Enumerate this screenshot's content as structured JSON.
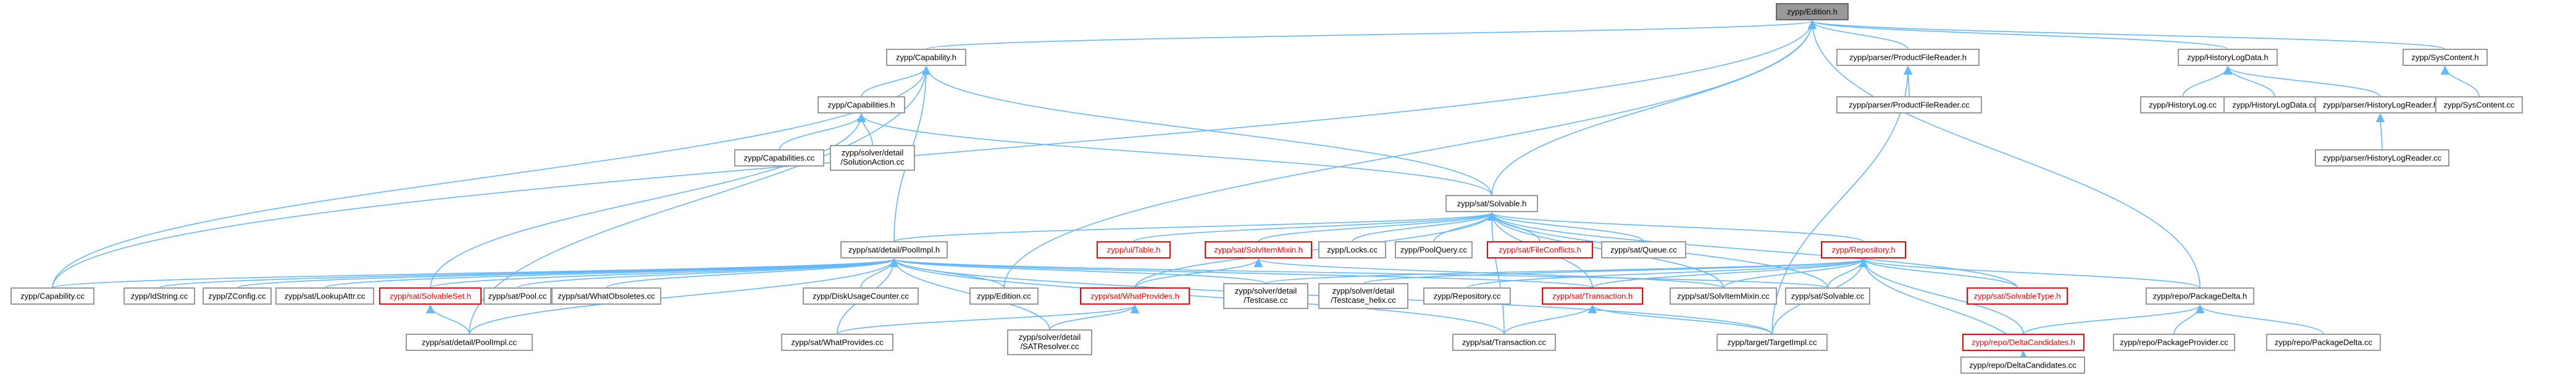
{
  "colors": {
    "edge": "#63b8ff",
    "node_border": "#999999",
    "node_fill": "#ffffff",
    "focus_fill": "#999999",
    "highlight": "#ff0000",
    "text": "#000000"
  },
  "nodes": [
    {
      "id": "edition_h",
      "label": "zypp/Edition.h",
      "style": "focus"
    },
    {
      "id": "capability_h",
      "label": "zypp/Capability.h"
    },
    {
      "id": "product_file_reader_h",
      "label": "zypp/parser/ProductFileReader.h"
    },
    {
      "id": "history_log_data_h",
      "label": "zypp/HistoryLogData.h"
    },
    {
      "id": "sys_content_h",
      "label": "zypp/SysContent.h"
    },
    {
      "id": "capabilities_h",
      "label": "zypp/Capabilities.h"
    },
    {
      "id": "product_file_reader_cc",
      "label": "zypp/parser/ProductFileReader.cc"
    },
    {
      "id": "history_log_cc",
      "label": "zypp/HistoryLog.cc"
    },
    {
      "id": "history_log_data_cc",
      "label": "zypp/HistoryLogData.cc"
    },
    {
      "id": "history_log_reader_h",
      "label": "zypp/parser/HistoryLogReader.h"
    },
    {
      "id": "sys_content_cc",
      "label": "zypp/SysContent.cc"
    },
    {
      "id": "capabilities_cc",
      "label": "zypp/Capabilities.cc"
    },
    {
      "id": "solution_action_cc",
      "label": "zypp/solver/detail/SolutionAction.cc",
      "lines": [
        "zypp/solver/detail",
        "/SolutionAction.cc"
      ]
    },
    {
      "id": "history_log_reader_cc",
      "label": "zypp/parser/HistoryLogReader.cc"
    },
    {
      "id": "solvable_h",
      "label": "zypp/sat/Solvable.h"
    },
    {
      "id": "table_h",
      "label": "zypp/ui/Table.h",
      "style": "highlight"
    },
    {
      "id": "solver_mixin_h",
      "label": "zypp/sat/SolvItemMixin.h",
      "style": "highlight"
    },
    {
      "id": "locks_cc",
      "label": "zypp/Locks.cc"
    },
    {
      "id": "pool_query_cc",
      "label": "zypp/PoolQuery.cc"
    },
    {
      "id": "file_conflicts_h",
      "label": "zypp/sat/FileConflicts.h",
      "style": "highlight"
    },
    {
      "id": "queue_cc",
      "label": "zypp/sat/Queue.cc"
    },
    {
      "id": "repository_h",
      "label": "zypp/Repository.h",
      "style": "highlight"
    },
    {
      "id": "pool_impl_h",
      "label": "zypp/sat/detail/PoolImpl.h"
    },
    {
      "id": "capability_cc",
      "label": "zypp/Capability.cc"
    },
    {
      "id": "id_string_cc",
      "label": "zypp/IdString.cc"
    },
    {
      "id": "zconfig_cc",
      "label": "zypp/ZConfig.cc"
    },
    {
      "id": "lookup_attr_cc",
      "label": "zypp/sat/LookupAttr.cc"
    },
    {
      "id": "solvable_set_h",
      "label": "zypp/sat/SolvableSet.h",
      "style": "highlight"
    },
    {
      "id": "pool_cc",
      "label": "zypp/sat/Pool.cc"
    },
    {
      "id": "what_obsoletes_cc",
      "label": "zypp/sat/WhatObsoletes.cc"
    },
    {
      "id": "disk_usage_counter_cc",
      "label": "zypp/DiskUsageCounter.cc"
    },
    {
      "id": "edition_cc",
      "label": "zypp/Edition.cc"
    },
    {
      "id": "what_provides_h",
      "label": "zypp/sat/WhatProvides.h",
      "style": "highlight"
    },
    {
      "id": "testcase_cc",
      "label": "zypp/solver/detail/Testcase.cc",
      "lines": [
        "zypp/solver/detail",
        "/Testcase.cc"
      ]
    },
    {
      "id": "testcase_helix_cc",
      "label": "zypp/solver/detail/Testcase_helix.cc",
      "lines": [
        "zypp/solver/detail",
        "/Testcase_helix.cc"
      ]
    },
    {
      "id": "repository_cc",
      "label": "zypp/Repository.cc"
    },
    {
      "id": "transaction_h",
      "label": "zypp/sat/Transaction.h",
      "style": "highlight"
    },
    {
      "id": "solver_mixin_cc",
      "label": "zypp/sat/SolvItemMixin.cc"
    },
    {
      "id": "solvable_cc",
      "label": "zypp/sat/Solvable.cc"
    },
    {
      "id": "solvable_type_h",
      "label": "zypp/sat/SolvableType.h",
      "style": "highlight"
    },
    {
      "id": "package_delta_h",
      "label": "zypp/repo/PackageDelta.h"
    },
    {
      "id": "pool_impl_cc",
      "label": "zypp/sat/detail/PoolImpl.cc"
    },
    {
      "id": "what_provides_cc",
      "label": "zypp/sat/WhatProvides.cc"
    },
    {
      "id": "sat_resolver_cc",
      "label": "zypp/solver/detail/SATResolver.cc",
      "lines": [
        "zypp/solver/detail",
        "/SATResolver.cc"
      ]
    },
    {
      "id": "transaction_cc",
      "label": "zypp/sat/Transaction.cc"
    },
    {
      "id": "target_impl_cc",
      "label": "zypp/target/TargetImpl.cc"
    },
    {
      "id": "delta_candidates_h",
      "label": "zypp/repo/DeltaCandidates.h",
      "style": "highlight"
    },
    {
      "id": "package_provider_cc",
      "label": "zypp/repo/PackageProvider.cc"
    },
    {
      "id": "package_delta_cc",
      "label": "zypp/repo/PackageDelta.cc"
    },
    {
      "id": "delta_candidates_cc",
      "label": "zypp/repo/DeltaCandidates.cc"
    }
  ],
  "edges": [
    [
      "capability_h",
      "edition_h"
    ],
    [
      "product_file_reader_h",
      "edition_h"
    ],
    [
      "history_log_data_h",
      "edition_h"
    ],
    [
      "sys_content_h",
      "edition_h"
    ],
    [
      "solvable_h",
      "edition_h"
    ],
    [
      "edition_cc",
      "edition_h"
    ],
    [
      "capability_cc",
      "edition_h"
    ],
    [
      "package_delta_h",
      "edition_h"
    ],
    [
      "capabilities_h",
      "capability_h"
    ],
    [
      "solvable_h",
      "capability_h"
    ],
    [
      "capability_cc",
      "capability_h"
    ],
    [
      "pool_impl_h",
      "capability_h"
    ],
    [
      "pool_impl_cc",
      "capability_h"
    ],
    [
      "product_file_reader_cc",
      "product_file_reader_h"
    ],
    [
      "target_impl_cc",
      "product_file_reader_h"
    ],
    [
      "history_log_cc",
      "history_log_data_h"
    ],
    [
      "history_log_data_cc",
      "history_log_data_h"
    ],
    [
      "history_log_reader_h",
      "history_log_data_h"
    ],
    [
      "sys_content_cc",
      "sys_content_h"
    ],
    [
      "history_log_reader_cc",
      "history_log_reader_h"
    ],
    [
      "capabilities_cc",
      "capabilities_h"
    ],
    [
      "solution_action_cc",
      "capabilities_h"
    ],
    [
      "solvable_h",
      "capabilities_h"
    ],
    [
      "solvable_set_h",
      "capabilities_h"
    ],
    [
      "table_h",
      "solvable_h"
    ],
    [
      "solver_mixin_h",
      "solvable_h"
    ],
    [
      "locks_cc",
      "solvable_h"
    ],
    [
      "pool_query_cc",
      "solvable_h"
    ],
    [
      "file_conflicts_h",
      "solvable_h"
    ],
    [
      "queue_cc",
      "solvable_h"
    ],
    [
      "repository_h",
      "solvable_h"
    ],
    [
      "pool_impl_h",
      "solvable_h"
    ],
    [
      "what_provides_h",
      "solvable_h"
    ],
    [
      "transaction_h",
      "solvable_h"
    ],
    [
      "solvable_cc",
      "solvable_h"
    ],
    [
      "solvable_type_h",
      "solvable_h"
    ],
    [
      "transaction_cc",
      "solvable_h"
    ],
    [
      "solver_mixin_cc",
      "solvable_h"
    ],
    [
      "what_provides_h",
      "solver_mixin_h"
    ],
    [
      "solver_mixin_cc",
      "solver_mixin_h"
    ],
    [
      "capability_cc",
      "pool_impl_h"
    ],
    [
      "id_string_cc",
      "pool_impl_h"
    ],
    [
      "zconfig_cc",
      "pool_impl_h"
    ],
    [
      "lookup_attr_cc",
      "pool_impl_h"
    ],
    [
      "solvable_set_h",
      "pool_impl_h"
    ],
    [
      "pool_cc",
      "pool_impl_h"
    ],
    [
      "what_obsoletes_cc",
      "pool_impl_h"
    ],
    [
      "disk_usage_counter_cc",
      "pool_impl_h"
    ],
    [
      "edition_cc",
      "pool_impl_h"
    ],
    [
      "testcase_cc",
      "pool_impl_h"
    ],
    [
      "transaction_h",
      "pool_impl_h"
    ],
    [
      "solvable_cc",
      "pool_impl_h"
    ],
    [
      "pool_impl_cc",
      "pool_impl_h"
    ],
    [
      "what_provides_cc",
      "pool_impl_h"
    ],
    [
      "sat_resolver_cc",
      "pool_impl_h"
    ],
    [
      "transaction_cc",
      "pool_impl_h"
    ],
    [
      "target_impl_cc",
      "pool_impl_h"
    ],
    [
      "pool_impl_cc",
      "solvable_set_h"
    ],
    [
      "what_provides_cc",
      "what_provides_h"
    ],
    [
      "sat_resolver_cc",
      "what_provides_h"
    ],
    [
      "testcase_cc",
      "repository_h"
    ],
    [
      "testcase_helix_cc",
      "repository_h"
    ],
    [
      "repository_cc",
      "repository_h"
    ],
    [
      "transaction_h",
      "repository_h"
    ],
    [
      "solver_mixin_cc",
      "repository_h"
    ],
    [
      "solvable_cc",
      "repository_h"
    ],
    [
      "solvable_type_h",
      "repository_h"
    ],
    [
      "package_delta_h",
      "repository_h"
    ],
    [
      "delta_candidates_h",
      "repository_h"
    ],
    [
      "delta_candidates_cc",
      "repository_h"
    ],
    [
      "target_impl_cc",
      "repository_h"
    ],
    [
      "transaction_cc",
      "transaction_h"
    ],
    [
      "target_impl_cc",
      "transaction_h"
    ],
    [
      "delta_candidates_h",
      "package_delta_h"
    ],
    [
      "package_provider_cc",
      "package_delta_h"
    ],
    [
      "package_delta_cc",
      "package_delta_h"
    ],
    [
      "delta_candidates_cc",
      "delta_candidates_h"
    ]
  ]
}
